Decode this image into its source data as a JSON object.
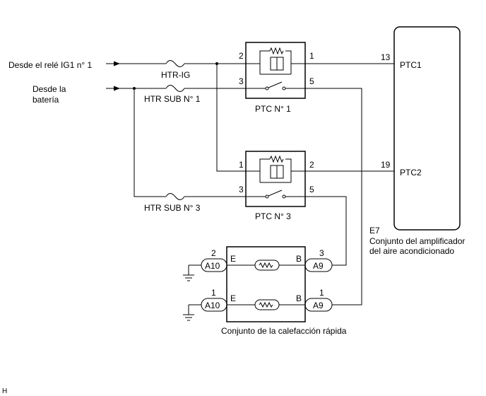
{
  "sources": {
    "ig1": "Desde el relé IG1 n° 1",
    "battery_line1": "Desde la",
    "battery_line2": "batería"
  },
  "fuses": {
    "htr_ig": "HTR-IG",
    "htr_sub1": "HTR SUB N° 1",
    "htr_sub3": "HTR SUB N° 3"
  },
  "ptc1": {
    "label": "PTC N° 1",
    "pin_tl": "2",
    "pin_tr": "1",
    "pin_bl": "3",
    "pin_br": "5"
  },
  "ptc3": {
    "label": "PTC N° 3",
    "pin_tl": "1",
    "pin_tr": "2",
    "pin_bl": "3",
    "pin_br": "5"
  },
  "amplifier": {
    "code": "E7",
    "line1": "Conjunto del amplificador",
    "line2": "del aire acondicionado",
    "pin_a_num": "13",
    "pin_a_name": "PTC1",
    "pin_b_num": "19",
    "pin_b_name": "PTC2"
  },
  "heater": {
    "label": "Conjunto de la calefacción rápida",
    "row1": {
      "left_pin": "2",
      "left_conn": "A10",
      "left_term": "E",
      "right_term": "B",
      "right_pin": "3",
      "right_conn": "A9"
    },
    "row2": {
      "left_pin": "1",
      "left_conn": "A10",
      "left_term": "E",
      "right_term": "B",
      "right_pin": "1",
      "right_conn": "A9"
    }
  },
  "corner_mark": "H"
}
